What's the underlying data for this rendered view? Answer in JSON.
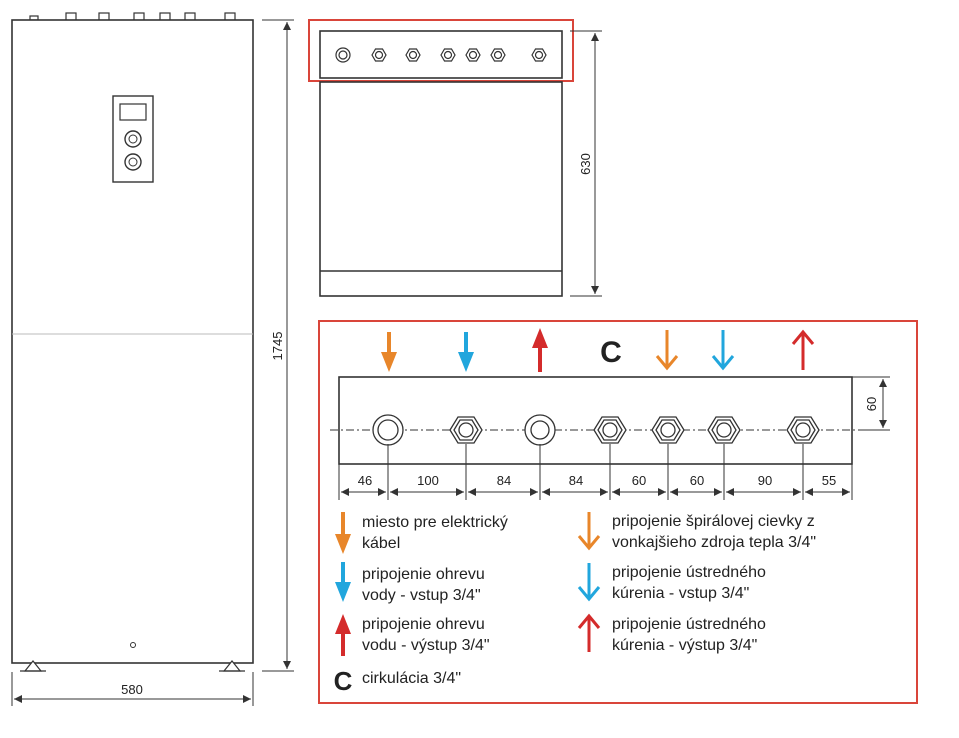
{
  "colors": {
    "frame_red": "#d9453a",
    "orange": "#e8862a",
    "blue": "#21a6dd",
    "red": "#d42b2b",
    "outline": "#333333"
  },
  "dimensions": {
    "height_total": "1745",
    "width_total": "580",
    "top_depth": "630",
    "strip_height": "60",
    "spacings": [
      "46",
      "100",
      "84",
      "84",
      "60",
      "60",
      "90",
      "55"
    ]
  },
  "strip": {
    "circulation_symbol": "C",
    "arrows": [
      {
        "color": "orange",
        "direction": "down"
      },
      {
        "color": "blue",
        "direction": "down"
      },
      {
        "color": "red",
        "direction": "up"
      },
      {
        "color": "none",
        "direction": "C"
      },
      {
        "color": "orange",
        "direction": "down"
      },
      {
        "color": "blue",
        "direction": "down"
      },
      {
        "color": "red",
        "direction": "up"
      }
    ]
  },
  "legend": {
    "left": [
      {
        "icon": "orange-down-arrow",
        "lines": [
          "miesto pre elektrický",
          "kábel"
        ]
      },
      {
        "icon": "blue-down-arrow",
        "lines": [
          "pripojenie ohrevu",
          "vody - vstup 3/4\""
        ]
      },
      {
        "icon": "red-up-arrow",
        "lines": [
          "pripojenie ohrevu",
          "vodu - výstup 3/4\""
        ]
      },
      {
        "icon": "c-symbol",
        "symbol": "C",
        "lines": [
          "cirkulácia 3/4\""
        ]
      }
    ],
    "right": [
      {
        "icon": "orange-down-arrow",
        "lines": [
          "pripojenie špirálovej cievky z",
          "vonkajšieho zdroja tepla 3/4\""
        ]
      },
      {
        "icon": "blue-down-arrow",
        "lines": [
          "pripojenie ústredného",
          "kúrenia - vstup 3/4\""
        ]
      },
      {
        "icon": "red-up-arrow",
        "lines": [
          "pripojenie ústredného",
          "kúrenia - výstup 3/4\""
        ]
      }
    ]
  }
}
